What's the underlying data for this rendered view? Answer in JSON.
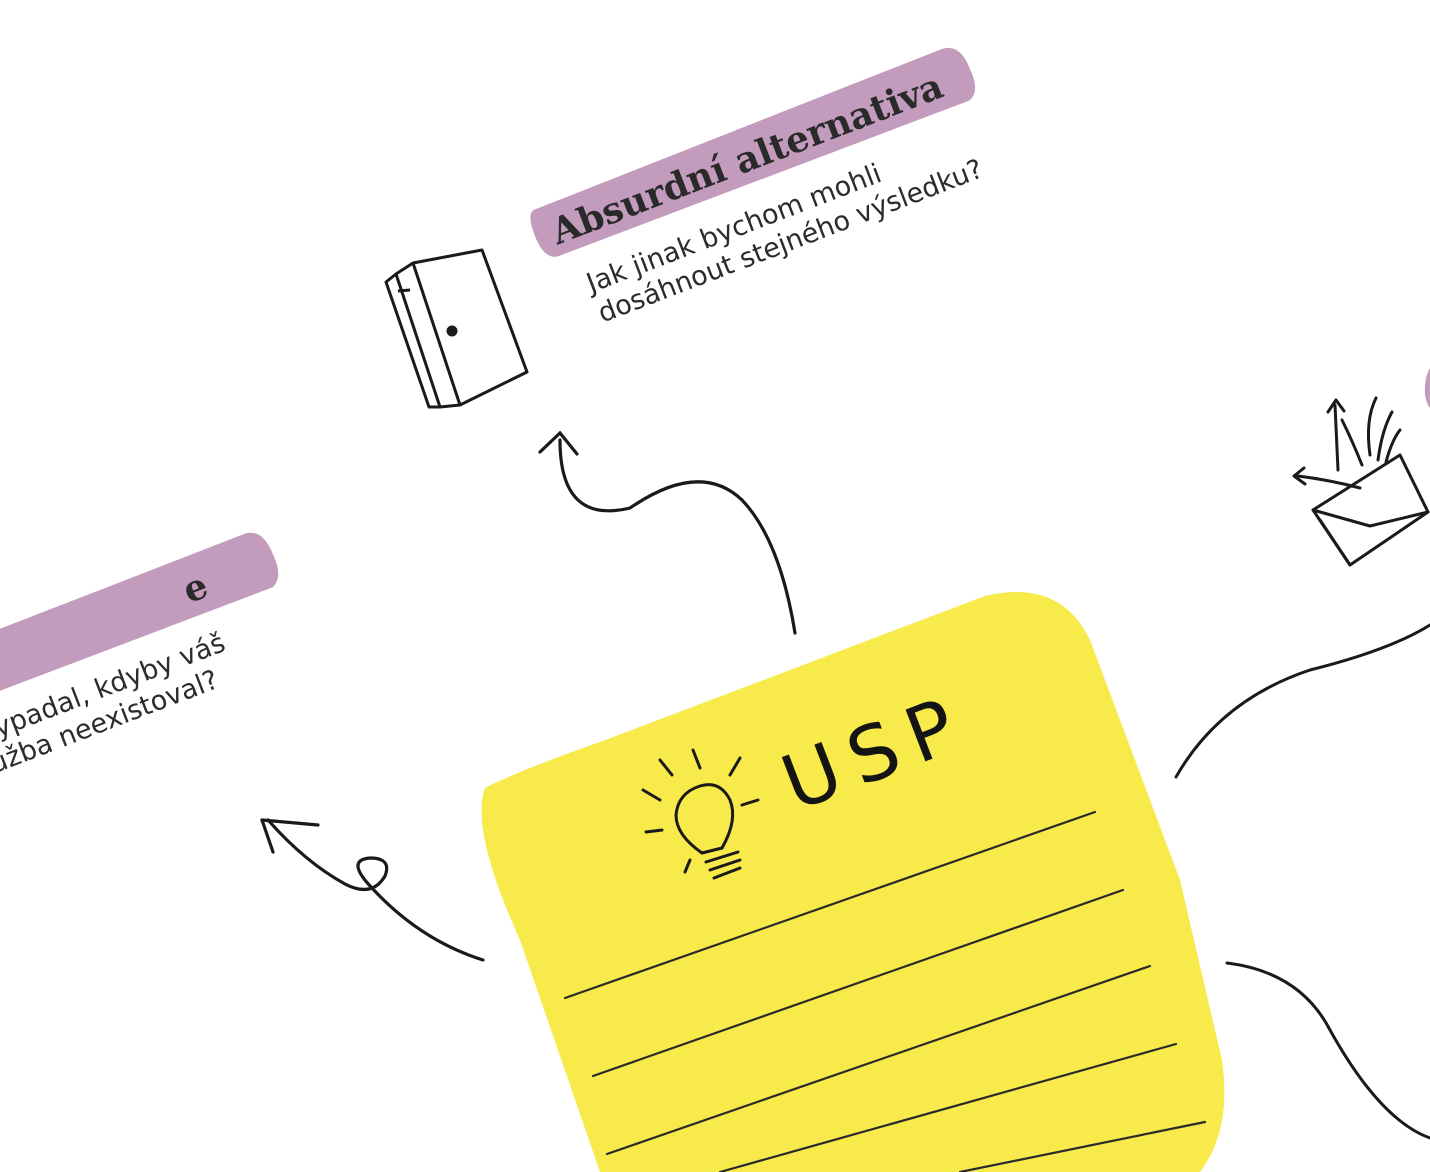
{
  "cards": {
    "alternative": {
      "title": "Absurdní alternativa",
      "question_line1": "Jak jinak bychom mohli",
      "question_line2": "dosáhnout stejného výsledku?"
    },
    "world_without": {
      "title": "e",
      "question_line1": "svět vypadal, kdyby váš",
      "question_line2": "kt/služba neexistoval?"
    }
  },
  "sticky_note": {
    "label": "USP"
  },
  "icons": [
    "door-icon",
    "lightbulb-icon",
    "envelope-icon"
  ],
  "colors": {
    "tag": "#c39bbc",
    "sticky": "#f7ea4a",
    "ink": "#1e1e1e"
  }
}
